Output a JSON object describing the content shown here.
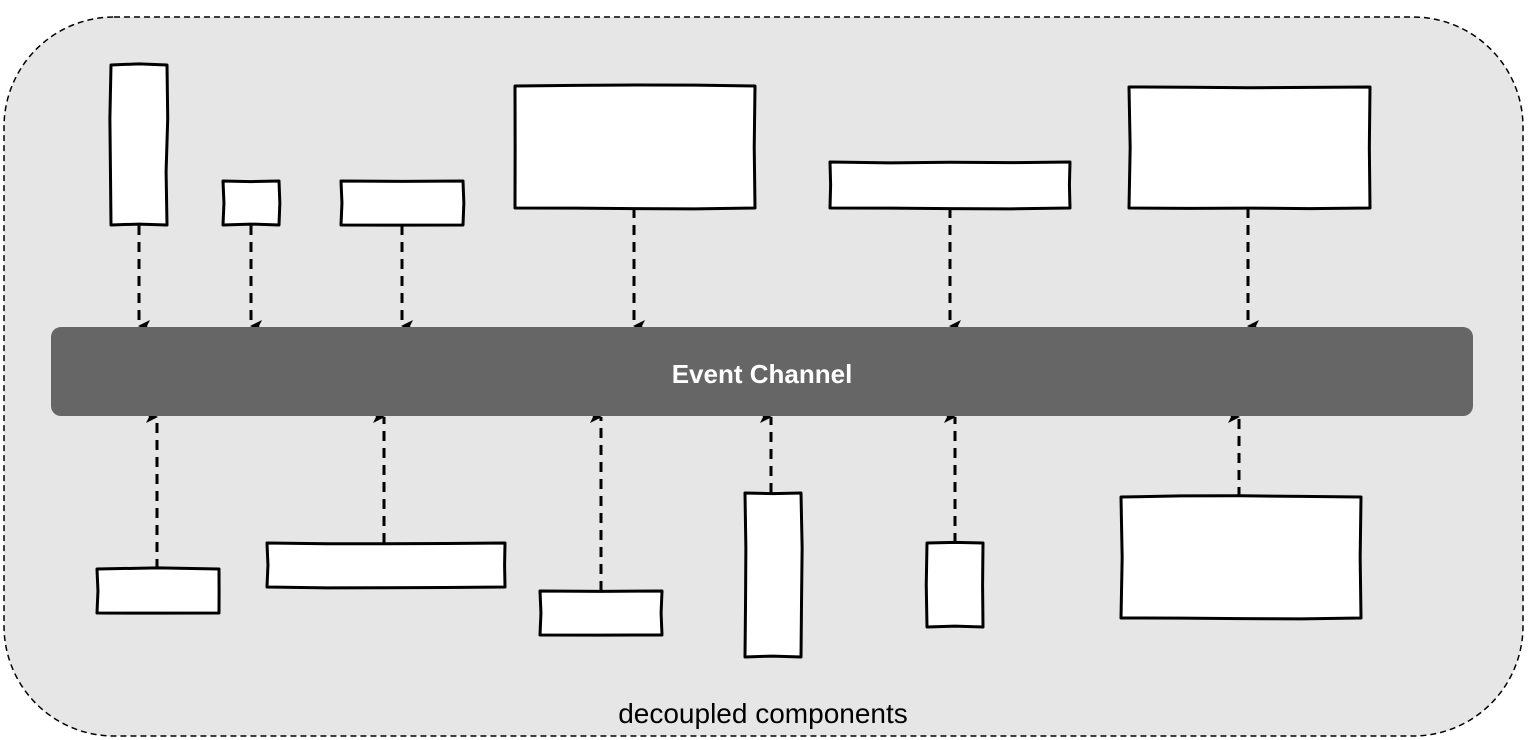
{
  "diagram": {
    "title": "Event Channel",
    "container_label": "decoupled components",
    "colors": {
      "container_fill": "#e6e6e6",
      "container_stroke": "#000000",
      "channel_fill": "#666666",
      "channel_text": "#ffffff",
      "component_fill": "#ffffff",
      "component_stroke": "#000000",
      "arrow": "#000000"
    },
    "publishers": [
      {
        "id": "publisher-1",
        "shape": "tall"
      },
      {
        "id": "publisher-2",
        "shape": "small-square"
      },
      {
        "id": "publisher-3",
        "shape": "wide-short"
      },
      {
        "id": "publisher-4",
        "shape": "large"
      },
      {
        "id": "publisher-5",
        "shape": "wide-short"
      },
      {
        "id": "publisher-6",
        "shape": "large"
      }
    ],
    "subscribers": [
      {
        "id": "subscriber-1",
        "shape": "wide-short"
      },
      {
        "id": "subscriber-2",
        "shape": "wide-short"
      },
      {
        "id": "subscriber-3",
        "shape": "wide-short"
      },
      {
        "id": "subscriber-4",
        "shape": "tall"
      },
      {
        "id": "subscriber-5",
        "shape": "small-tall"
      },
      {
        "id": "subscriber-6",
        "shape": "large"
      }
    ],
    "edges": [
      {
        "from": "publisher-1",
        "to": "event-channel",
        "style": "dashed"
      },
      {
        "from": "publisher-2",
        "to": "event-channel",
        "style": "dashed"
      },
      {
        "from": "publisher-3",
        "to": "event-channel",
        "style": "dashed"
      },
      {
        "from": "publisher-4",
        "to": "event-channel",
        "style": "dashed"
      },
      {
        "from": "publisher-5",
        "to": "event-channel",
        "style": "dashed"
      },
      {
        "from": "publisher-6",
        "to": "event-channel",
        "style": "dashed"
      },
      {
        "from": "subscriber-1",
        "to": "event-channel",
        "style": "dashed"
      },
      {
        "from": "subscriber-2",
        "to": "event-channel",
        "style": "dashed"
      },
      {
        "from": "subscriber-3",
        "to": "event-channel",
        "style": "dashed"
      },
      {
        "from": "subscriber-4",
        "to": "event-channel",
        "style": "dashed"
      },
      {
        "from": "subscriber-5",
        "to": "event-channel",
        "style": "dashed"
      },
      {
        "from": "subscriber-6",
        "to": "event-channel",
        "style": "dashed"
      }
    ]
  }
}
